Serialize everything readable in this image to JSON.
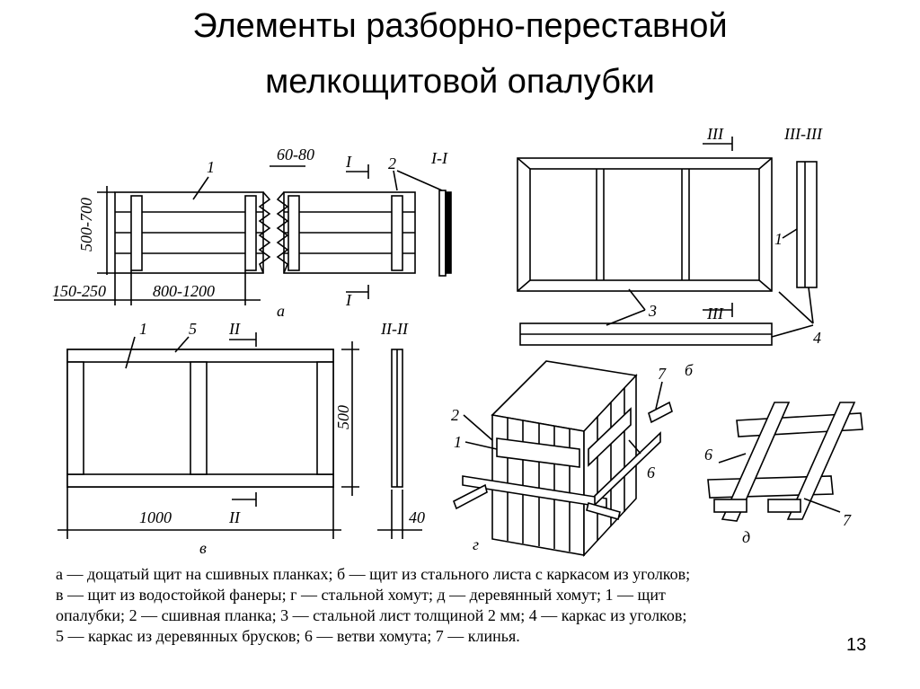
{
  "title": {
    "line1": "Элементы разборно-переставной",
    "line2": "мелкощитовой опалубки"
  },
  "drawing_labels": {
    "dim_500_700": "500-700",
    "dim_60_80": "60-80",
    "dim_150_250": "150-250",
    "dim_800_1200": "800-1200",
    "dim_500": "500",
    "dim_1000": "1000",
    "dim_40": "40",
    "section_I": "I",
    "section_I_I": "I-I",
    "section_II": "II",
    "section_II_II": "II-II",
    "section_III": "III",
    "section_III_III": "III-III",
    "letter_a": "а",
    "letter_b": "б",
    "letter_v": "в",
    "letter_g": "г",
    "letter_d": "д",
    "n1": "1",
    "n2": "2",
    "n3": "3",
    "n4": "4",
    "n5": "5",
    "n6": "6",
    "n7": "7"
  },
  "caption": {
    "line1": "а — дощатый щит на сшивных планках; б — щит из стального листа с каркасом из уголков;",
    "line2": "в — щит из водостойкой фанеры;   г — стальной хомут; д — деревянный хомут; 1 — щит",
    "line3": "опалубки; 2 — сшивная планка; 3 — стальной лист толщиной 2 мм; 4 — каркас из уголков;",
    "line4": "5 — каркас из деревянных брусков; 6 — ветви хомута; 7 — клинья."
  },
  "page_number": "13"
}
